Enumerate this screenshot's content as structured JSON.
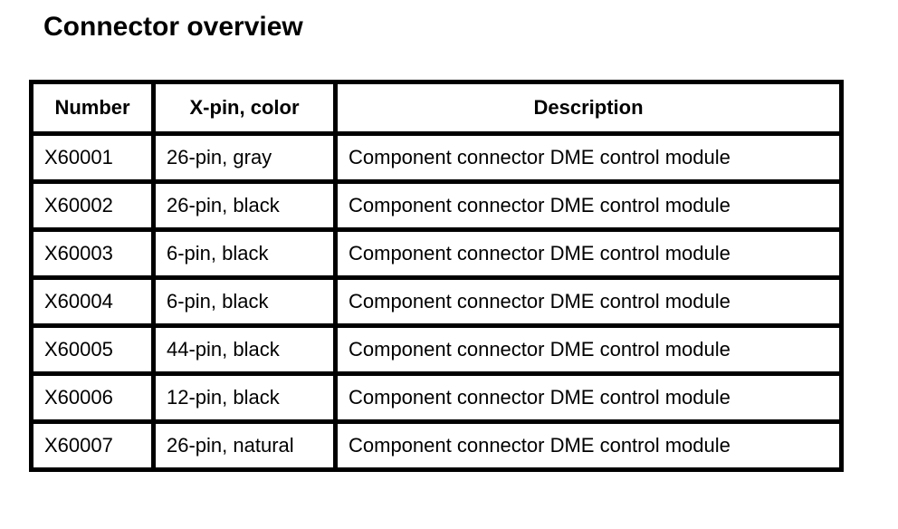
{
  "page": {
    "title": "Connector overview"
  },
  "table": {
    "headers": [
      "Number",
      "X-pin, color",
      "Description"
    ],
    "rows": [
      {
        "number": "X60001",
        "pin_color": "26-pin, gray",
        "description": "Component connector DME control module"
      },
      {
        "number": "X60002",
        "pin_color": "26-pin, black",
        "description": "Component connector DME control module"
      },
      {
        "number": "X60003",
        "pin_color": "6-pin, black",
        "description": "Component connector DME control module"
      },
      {
        "number": "X60004",
        "pin_color": "6-pin, black",
        "description": "Component connector DME control module"
      },
      {
        "number": "X60005",
        "pin_color": "44-pin, black",
        "description": "Component connector DME control module"
      },
      {
        "number": "X60006",
        "pin_color": "12-pin, black",
        "description": "Component connector DME control module"
      },
      {
        "number": "X60007",
        "pin_color": "26-pin, natural",
        "description": "Component connector DME control module"
      }
    ],
    "colors": {
      "border": "#000000",
      "text": "#000000",
      "background": "#ffffff"
    }
  }
}
